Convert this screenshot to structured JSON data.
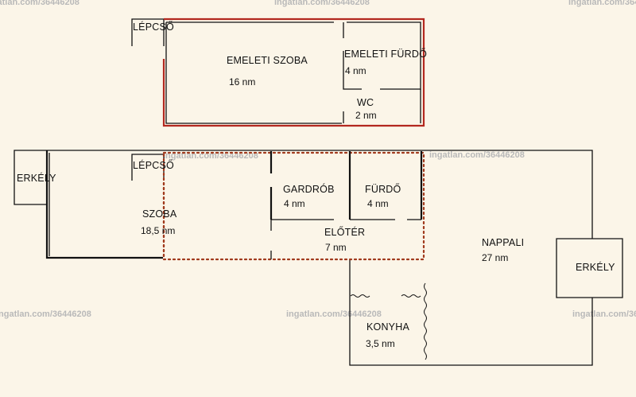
{
  "upper_floor": {
    "stair": "LÉPCSŐ",
    "room_name": "EMELETI SZOBA",
    "room_area": "16 nm",
    "bath_name": "EMELETI FÜRDŐ",
    "bath_area": "4 nm",
    "wc_name": "WC",
    "wc_area": "2 nm"
  },
  "ground_floor": {
    "balcony_left": "ERKÉLY",
    "stair": "LÉPCSŐ",
    "room_name": "SZOBA",
    "room_area": "18,5 nm",
    "wardrobe_name": "GARDRÓB",
    "wardrobe_area": "4 nm",
    "bath_name": "FÜRDŐ",
    "bath_area": "4 nm",
    "hall_name": "ELŐTÉR",
    "hall_area": "7 nm",
    "living_name": "NAPPALI",
    "living_area": "27 nm",
    "balcony_right": "ERKÉLY",
    "kitchen_name": "KONYHA",
    "kitchen_area": "3,5 nm"
  },
  "watermark": "ingatlan.com/36446208",
  "colors": {
    "background": "#fbf5e8",
    "wall": "#111111",
    "upper_outline": "#b3281f",
    "dotted_outline": "#a0391c",
    "watermark": "#b9b9b9"
  }
}
